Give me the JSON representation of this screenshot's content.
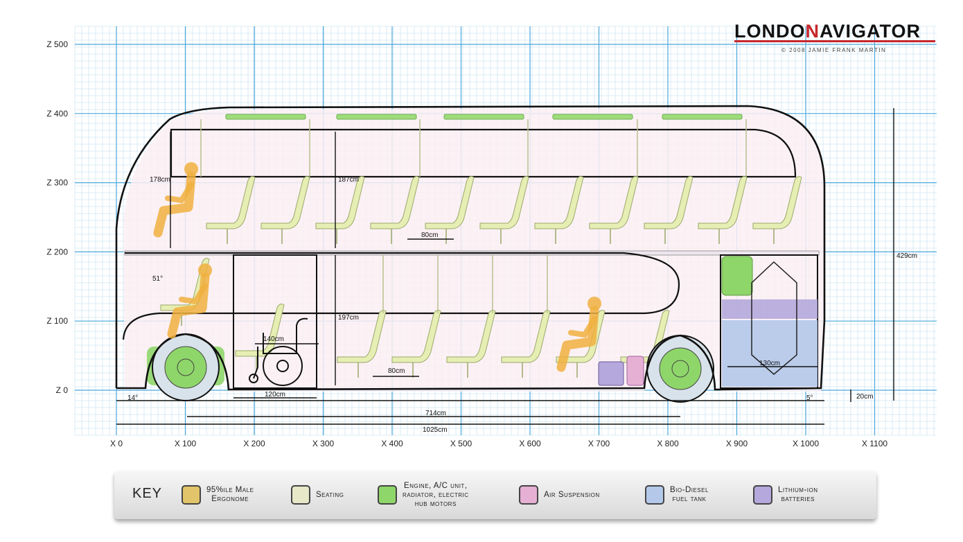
{
  "brand": {
    "logo_part1": "LONDO",
    "logo_n": "N",
    "logo_part2": "AVIGATOR",
    "copyright": "© 2008 JAMIE FRANK MARTIN"
  },
  "axes": {
    "z_labels": [
      "Z 0",
      "Z 100",
      "Z 200",
      "Z 300",
      "Z 400",
      "Z 500"
    ],
    "x_labels": [
      "X 0",
      "X 100",
      "X 200",
      "X 300",
      "X 400",
      "X 500",
      "X 600",
      "X 700",
      "X 800",
      "X 900",
      "X 1000",
      "X 1100"
    ]
  },
  "dimensions": {
    "upper_headroom": "178cm",
    "upper_height": "187cm",
    "lower_height": "197cm",
    "upper_seat_pitch": "80cm",
    "lower_seat_pitch": "80cm",
    "wheelchair_width": "140cm",
    "wheelchair_bay": "120cm",
    "fuel_tank_width": "130cm",
    "ground_clearance": "20cm",
    "overall_height": "429cm",
    "wheelbase": "714cm",
    "overall_length": "1025cm",
    "windscreen_angle": "51°",
    "front_angle": "14°",
    "rear_angle": "5°"
  },
  "key": {
    "title": "KEY",
    "items": [
      {
        "label": "95%ile Male\nErgonome",
        "color": "#e2c46a"
      },
      {
        "label": "Seating",
        "color": "#e6e8c8"
      },
      {
        "label": "Engine, A/C unit,\nradiator, electric\nhub motors",
        "color": "#8fd66a"
      },
      {
        "label": "Air Suspension",
        "color": "#e6b0d4"
      },
      {
        "label": "Bio-Diesel\nfuel tank",
        "color": "#b4c8ea"
      },
      {
        "label": "Lithium-ion\nbatteries",
        "color": "#b4a8dc"
      }
    ]
  },
  "colors": {
    "grid_major": "#4aa8dc",
    "grid_minor": "#cfe6f3",
    "interior": "#fbeef2",
    "ergonome": "#f0b040",
    "seat": "#e6eeb4",
    "engine": "#8fd66a",
    "suspension": "#e6b0d4",
    "fuel": "#b4c8ea",
    "battery": "#b4a8dc",
    "brand_red": "#c8262c"
  }
}
